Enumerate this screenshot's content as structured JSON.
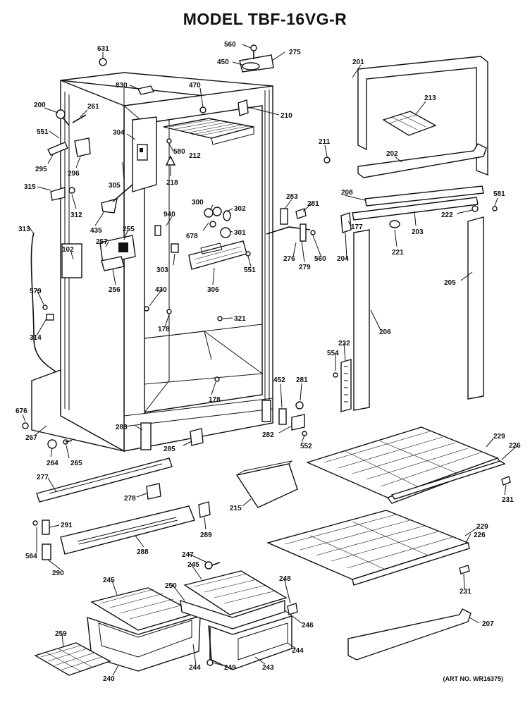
{
  "title": "MODEL TBF-16VG-R",
  "art_no": "(ART NO. WR16375)",
  "parts": {
    "p631": "631",
    "p830": "830",
    "p560a": "560",
    "p450": "450",
    "p275": "275",
    "p470": "470",
    "p210": "210",
    "p201": "201",
    "p213": "213",
    "p200": "200",
    "p261": "261",
    "p551a": "551",
    "p304": "304",
    "p212": "212",
    "p580": "580",
    "p211": "211",
    "p202": "202",
    "p295": "295",
    "p296": "296",
    "p218": "218",
    "p305": "305",
    "p315": "315",
    "p312": "312",
    "p208": "208",
    "p581": "581",
    "p283a": "283",
    "p281a": "281",
    "p222": "222",
    "p300": "300",
    "p302": "302",
    "p940": "940",
    "p678": "678",
    "p301": "301",
    "p435": "435",
    "p255": "255",
    "p313": "313",
    "p177": "177",
    "p203": "203",
    "p257": "257",
    "p102": "102",
    "p221": "221",
    "p276": "276",
    "p204": "204",
    "p279": "279",
    "p560b": "560",
    "p303": "303",
    "p551b": "551",
    "p306": "306",
    "p256": "256",
    "p205": "205",
    "p579": "579",
    "p430": "430",
    "p321": "321",
    "p206": "206",
    "p178a": "178",
    "p314": "314",
    "p232": "232",
    "p554": "554",
    "p178b": "178",
    "p452": "452",
    "p281b": "281",
    "p676": "676",
    "p283b": "283",
    "p282": "282",
    "p552": "552",
    "p285": "285",
    "p267": "267",
    "p264": "264",
    "p265": "265",
    "p229a": "229",
    "p226a": "226",
    "p277": "277",
    "p231a": "231",
    "p278": "278",
    "p215": "215",
    "p291": "291",
    "p289": "289",
    "p229b": "229",
    "p226b": "226",
    "p564": "564",
    "p288": "288",
    "p247": "247",
    "p290": "290",
    "p245a": "245",
    "p245b": "245",
    "p248": "248",
    "p231b": "231",
    "p250": "250",
    "p246": "246",
    "p207": "207",
    "p259": "259",
    "p244a": "244",
    "p249": "249",
    "p243": "243",
    "p244b": "244",
    "p240": "240"
  }
}
